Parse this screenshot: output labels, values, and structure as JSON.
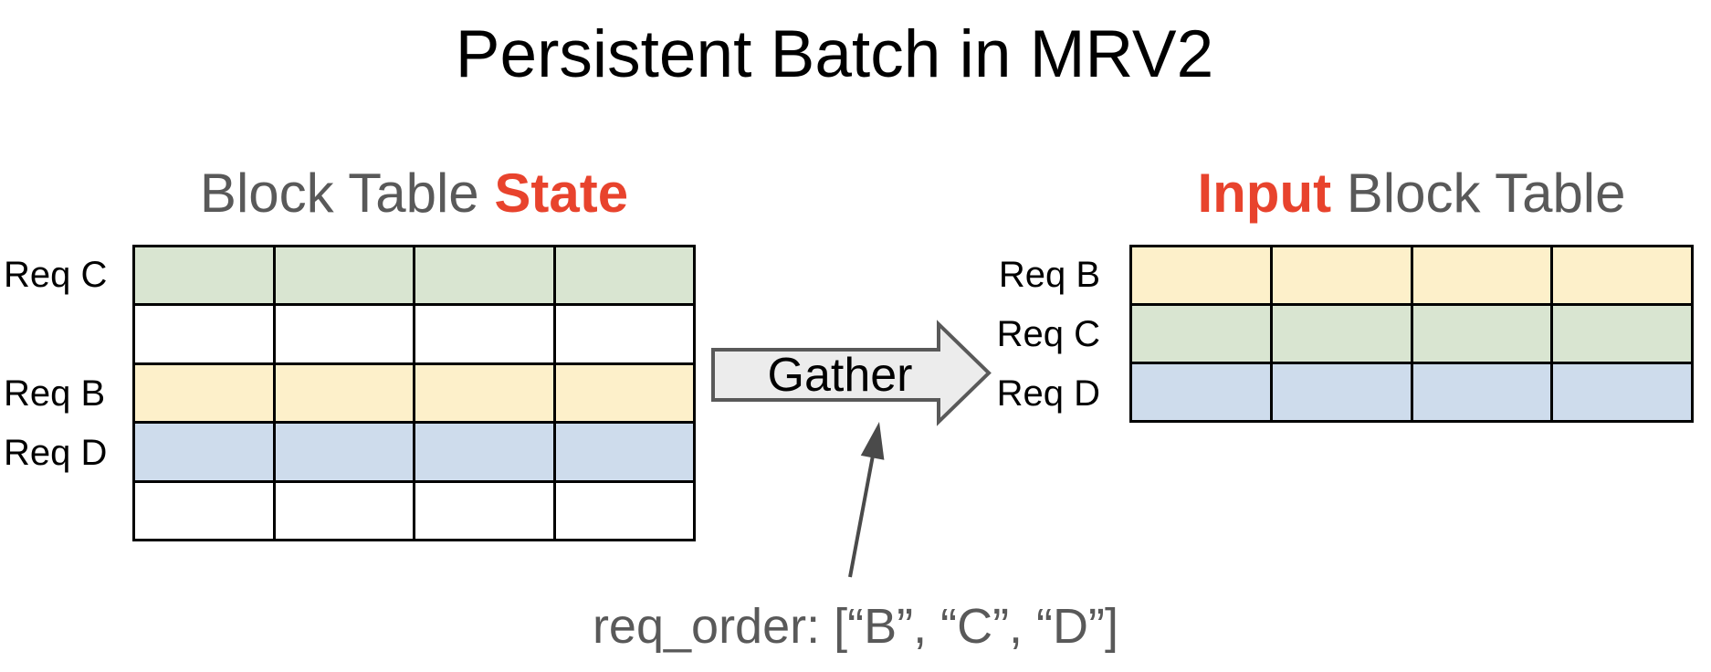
{
  "title": "Persistent Batch in MRV2",
  "colors": {
    "accent_red": "#e8432d",
    "heading_gray": "#595959",
    "table_border": "#000000",
    "green_block": "#d9e5d1",
    "yellow_block": "#fdf0ca",
    "blue_block": "#cedcec",
    "white_block": "#ffffff",
    "gather_fill": "#ececec",
    "gather_stroke": "#595959",
    "annotation_arrow": "#4a4a4a"
  },
  "state_table": {
    "heading_prefix": "Block Table ",
    "heading_accent": "State",
    "columns": 4,
    "rows": [
      {
        "label": "Req C",
        "color": "#d9e5d1"
      },
      {
        "label": "",
        "color": "#ffffff"
      },
      {
        "label": "Req B",
        "color": "#fdf0ca"
      },
      {
        "label": "Req D",
        "color": "#cedcec"
      },
      {
        "label": "",
        "color": "#ffffff"
      }
    ]
  },
  "input_table": {
    "heading_accent": "Input",
    "heading_suffix": " Block Table",
    "columns": 4,
    "rows": [
      {
        "label": "Req B",
        "color": "#fdf0ca"
      },
      {
        "label": "Req C",
        "color": "#d9e5d1"
      },
      {
        "label": "Req D",
        "color": "#cedcec"
      }
    ]
  },
  "gather": {
    "label": "Gather"
  },
  "annotation": {
    "text": "req_order: [“B”, “C”, “D”]"
  }
}
